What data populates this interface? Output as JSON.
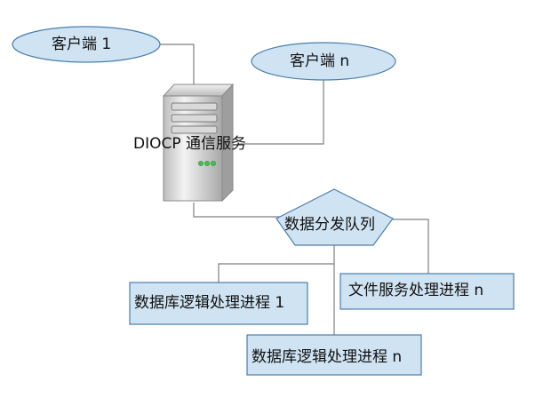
{
  "nodes": {
    "client_1": "客户端 1",
    "client_n": "客户端 n",
    "server": "DIOCP 通信服务",
    "queue": "数据分发队列",
    "db_worker_1": "数据库逻辑处理进程 1",
    "file_worker_n": "文件服务处理进程 n",
    "db_worker_n": "数据库逻辑处理进程 n"
  },
  "colors": {
    "node_fill": "#cfe3f2",
    "node_stroke": "#4a7fae",
    "connector": "#7f7f7f",
    "server_body": "#c9c9c9",
    "server_led": "#40c24a"
  }
}
